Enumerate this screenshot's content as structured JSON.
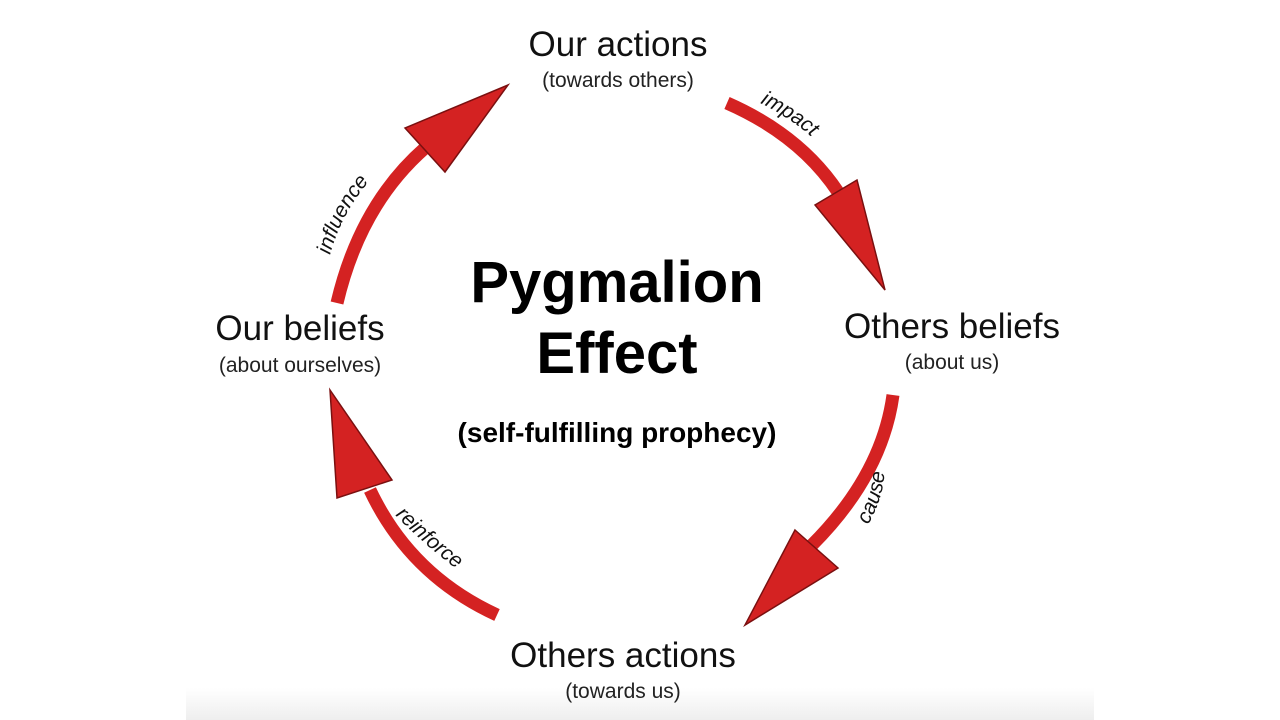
{
  "center": {
    "title_line1": "Pygmalion",
    "title_line2": "Effect",
    "subtitle": "(self-fulfilling prophecy)"
  },
  "nodes": [
    {
      "title": "Our actions",
      "subtitle": "(towards others)"
    },
    {
      "title": "Others beliefs",
      "subtitle": "(about us)"
    },
    {
      "title": "Others actions",
      "subtitle": "(towards us)"
    },
    {
      "title": "Our beliefs",
      "subtitle": "(about ourselves)"
    }
  ],
  "edges": [
    {
      "from": "Our actions",
      "to": "Others beliefs",
      "label": "impact"
    },
    {
      "from": "Others beliefs",
      "to": "Others actions",
      "label": "cause"
    },
    {
      "from": "Others actions",
      "to": "Our beliefs",
      "label": "reinforce"
    },
    {
      "from": "Our beliefs",
      "to": "Our actions",
      "label": "influence"
    }
  ],
  "colors": {
    "arrow": "#d42222",
    "arrow_shadow": "#7a1010",
    "text": "#111111"
  }
}
